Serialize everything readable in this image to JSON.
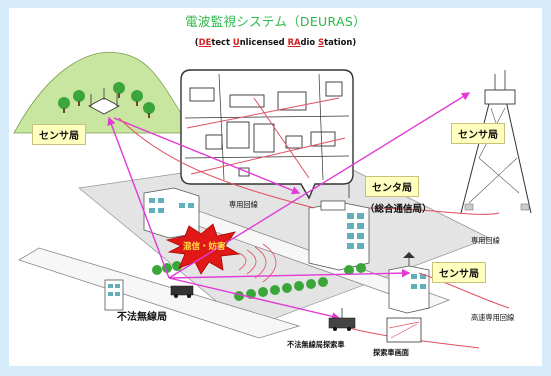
{
  "header": {
    "title": "電波監視システム（DEURAS）",
    "subtitle_parts": [
      {
        "text": "(",
        "hl": false
      },
      {
        "text": "DE",
        "hl": true
      },
      {
        "text": "tect ",
        "hl": false
      },
      {
        "text": "U",
        "hl": true
      },
      {
        "text": "nlicensed ",
        "hl": false
      },
      {
        "text": "RA",
        "hl": true
      },
      {
        "text": "dio ",
        "hl": false
      },
      {
        "text": "S",
        "hl": true
      },
      {
        "text": "tation)",
        "hl": false
      }
    ]
  },
  "labels": {
    "sensor_left": "センサ局",
    "sensor_right_top": "センサ局",
    "sensor_right_bottom": "センサ局",
    "center_station": "センタ局",
    "center_station_sub": "（総合通信局）",
    "interference": "混信・妨害",
    "illegal_station": "不法無線局",
    "dedicated_line_1": "専用回線",
    "dedicated_line_2": "専用回線",
    "dedicated_line_3": "高速専用回線",
    "probe_vehicle": "不法無線局探索車",
    "probe_screen": "探索車画面"
  },
  "colors": {
    "title_green": "#2db84a",
    "highlight_red": "#d42020",
    "signal_magenta": "#e23ad6",
    "line_red": "#e05060",
    "label_yellow": "#ffffc0"
  }
}
